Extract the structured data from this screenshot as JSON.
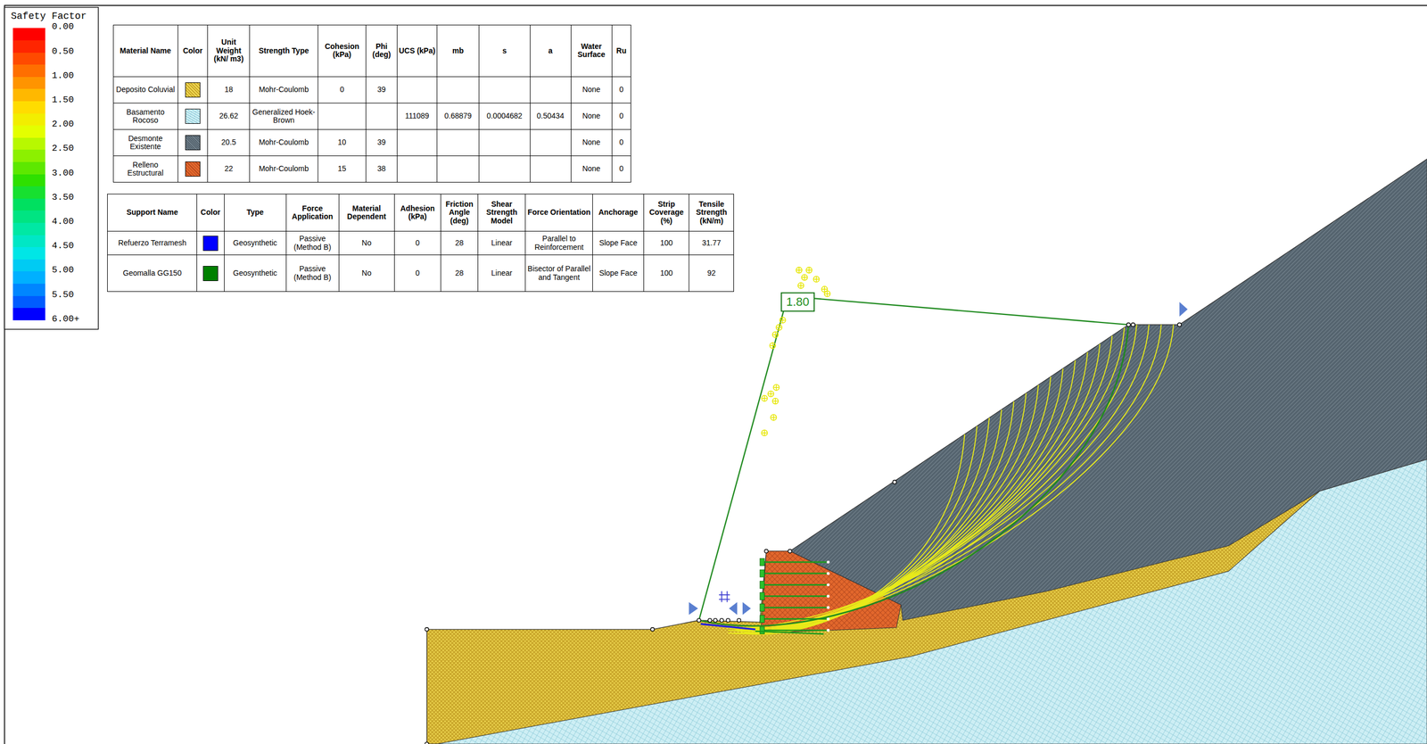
{
  "diagram": {
    "nodes": [
      {
        "text": [
          "1.80"
        ]
      }
    ],
    "labels": [
      "Safety Factor",
      "Material Name",
      "Color",
      "Unit Weight (kN/ m3)",
      "Strength Type",
      "Cohesion (kPa)",
      "Phi (deg)",
      "UCS (kPa)",
      "mb",
      "s",
      "a",
      "Water Surface",
      "Ru",
      "Deposito Coluvial",
      "18",
      "Mohr-Coulomb",
      "0",
      "39",
      "None",
      "0",
      "Basamento Rocoso",
      "26.62",
      "Generalized Hoek-Brown",
      "111089",
      "0.68879",
      "0.0004682",
      "0.50434",
      "None",
      "0",
      "Desmonte Existente",
      "20.5",
      "Mohr-Coulomb",
      "10",
      "39",
      "None",
      "0",
      "Relleno Estructural",
      "22",
      "Mohr-Coulomb",
      "15",
      "38",
      "None",
      "0",
      "Support Name",
      "Color",
      "Type",
      "Force Application",
      "Material Dependent",
      "Adhesion (kPa)",
      "Friction Angle (deg)",
      "Shear Strength Model",
      "Force Orientation",
      "Anchorage",
      "Strip Coverage (%)",
      "Tensile Strength (kN/m)",
      "Refuerzo Terramesh",
      "Geosynthetic",
      "Passive (Method B)",
      "No",
      "0",
      "28",
      "Linear",
      "Parallel to Reinforcement",
      "Slope Face",
      "100",
      "31.77",
      "Geomalla GG150",
      "Geosynthetic",
      "Passive (Method B)",
      "No",
      "0",
      "28",
      "Linear",
      "Bisector of Parallel and Tangent",
      "Slope Face",
      "100",
      "92"
    ],
    "legend": [
      {
        "text": "0.00",
        "color": "#ff0000"
      },
      {
        "text": "0.50",
        "color": "#ff4a00"
      },
      {
        "text": "1.00",
        "color": "#ff9400"
      },
      {
        "text": "1.50",
        "color": "#ffdc00"
      },
      {
        "text": "2.00",
        "color": "#e4ff00"
      },
      {
        "text": "2.50",
        "color": "#8cf000"
      },
      {
        "text": "3.00",
        "color": "#2ee000"
      },
      {
        "text": "3.50",
        "color": "#00e060"
      },
      {
        "text": "4.00",
        "color": "#00e8a4"
      },
      {
        "text": "4.50",
        "color": "#00e6e6"
      },
      {
        "text": "5.00",
        "color": "#00b0ff"
      },
      {
        "text": "5.50",
        "color": "#005cff"
      },
      {
        "text": "6.00+",
        "color": "#0000ff"
      }
    ]
  }
}
